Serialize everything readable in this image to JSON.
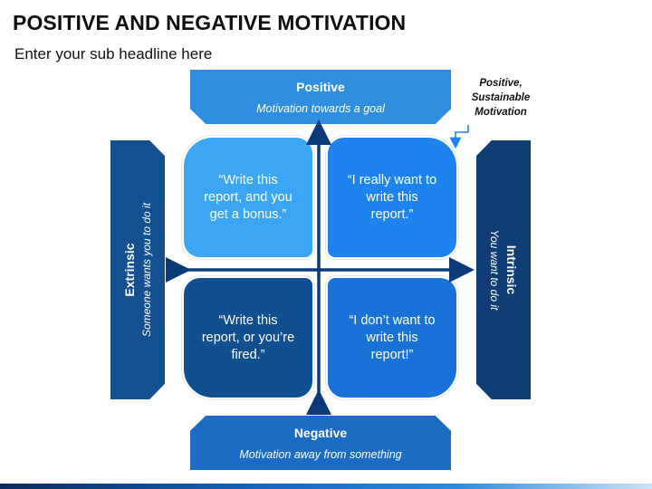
{
  "title": "POSITIVE AND NEGATIVE MOTIVATION",
  "subtitle": "Enter your sub headline here",
  "positive": {
    "label": "Positive",
    "description": "Motivation towards a goal"
  },
  "negative": {
    "label": "Negative",
    "description": "Motivation away from something"
  },
  "extrinsic": {
    "label": "Extrinsic",
    "description": "Someone wants you to do it"
  },
  "intrinsic": {
    "label": "Intrinsic",
    "description": "You want to do it"
  },
  "quadrants": {
    "top_left": "“Write this report, and you get a bonus.”",
    "top_right": "“I really want to write this report.”",
    "bottom_left": "“Write this report, or you’re fired.”",
    "bottom_right": "“I don’t want to write this report!”"
  },
  "callout": "Positive, Sustainable Motivation",
  "colors": {
    "positive_band": "#2f8ee0",
    "negative_band": "#1c6bc4",
    "extrinsic_band": "#14508f",
    "intrinsic_band": "#0e3e75",
    "quadrant_top_left": "#3aa6f4",
    "quadrant_top_right": "#1d84ef",
    "quadrant_bottom_left": "#124f90",
    "quadrant_bottom_right": "#1872d8",
    "axis": "#0b3a78"
  }
}
